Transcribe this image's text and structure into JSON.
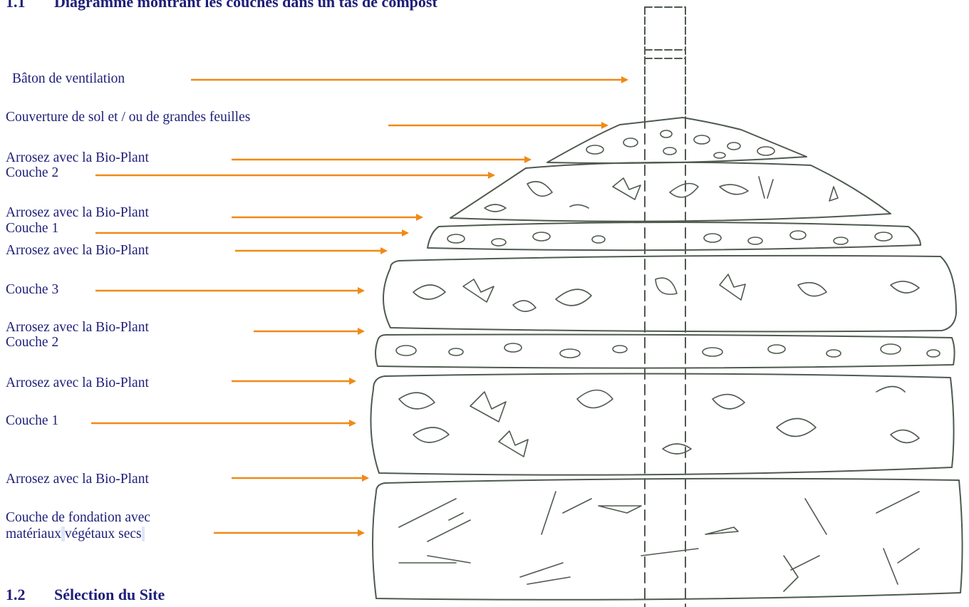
{
  "heading_top": {
    "number": "1.1",
    "text": "Diagramme montrant les couches dans un tas de compost"
  },
  "heading_bottom": {
    "number": "1.2",
    "text": "Sélection du Site"
  },
  "labels": {
    "baton": "Bâton de ventilation",
    "couverture": "Couverture de sol et / ou de grandes feuilles",
    "arrosez_1": "Arrosez avec la Bio-Plant",
    "couche2_top": "Couche 2",
    "arrosez_2": "Arrosez avec la Bio-Plant",
    "couche1_top": "Couche 1",
    "arrosez_3": "Arrosez avec la Bio-Plant",
    "couche3": "Couche 3",
    "arrosez_4": "Arrosez avec la Bio-Plant",
    "couche2_mid": "Couche 2",
    "arrosez_5": "Arrosez avec la Bio-Plant",
    "couche1_bottom": "Couche 1",
    "arrosez_6": "Arrosez avec la Bio-Plant",
    "fondation_line1": "Couche de fondation avec",
    "fondation_line2_a": "matériaux",
    "fondation_line2_b": "végétaux secs"
  },
  "colors": {
    "text": "#1f1f7a",
    "arrow": "#f08a17",
    "sketch": "#4f5a4f",
    "selection": "#dde6f7"
  }
}
